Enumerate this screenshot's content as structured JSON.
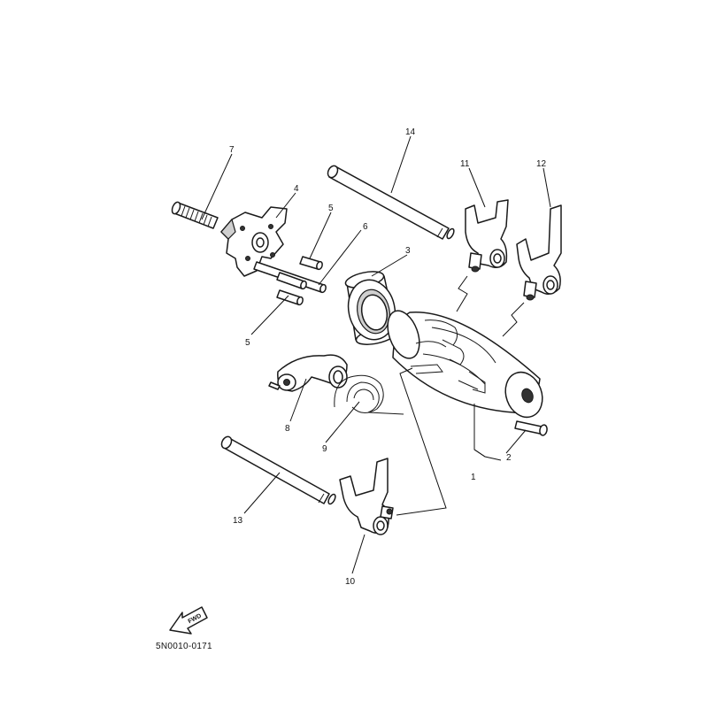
{
  "callouts": {
    "c1": "1",
    "c2": "2",
    "c3": "3",
    "c4": "4",
    "c5a": "5",
    "c5b": "5",
    "c6": "6",
    "c7": "7",
    "c8": "8",
    "c9": "9",
    "c10": "10",
    "c11": "11",
    "c12": "12",
    "c13": "13",
    "c14": "14"
  },
  "fwd_label": "FWD",
  "catalog_code": "5N0010-0171",
  "colors": {
    "line": "#1a1a1a",
    "background": "#ffffff",
    "shade": "#cfcfcf"
  }
}
